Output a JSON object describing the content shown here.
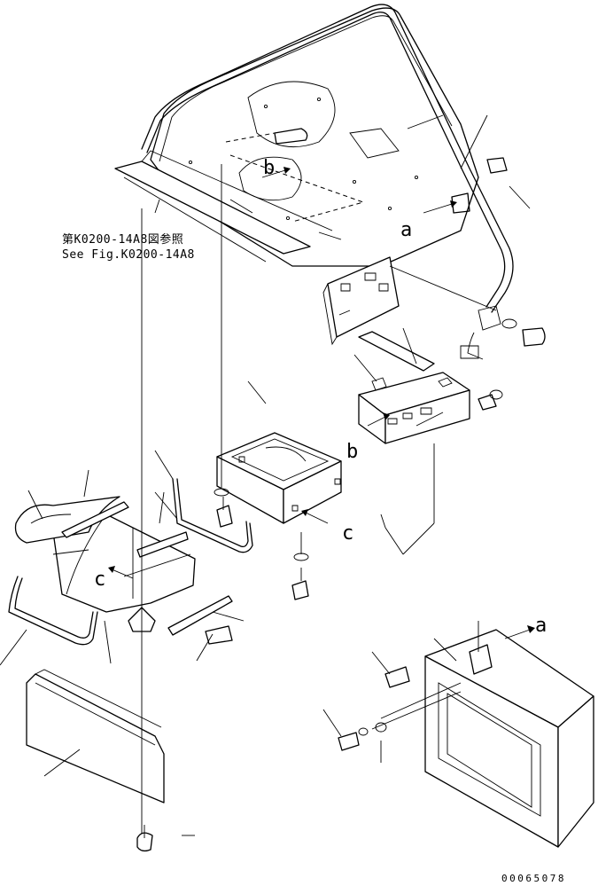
{
  "reference_note": {
    "line_jp": "第K0200-14A8図参照",
    "line_en": "See Fig.K0200-14A8"
  },
  "view_labels": {
    "a_top": "a",
    "a_detail": "a",
    "b_top": "b",
    "b_mid": "b",
    "c_mid": "c",
    "c_left": "c"
  },
  "document_number": "00065078"
}
